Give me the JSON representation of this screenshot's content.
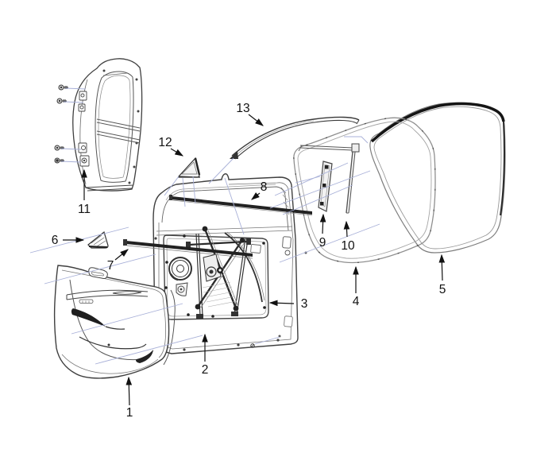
{
  "figure": {
    "title": "front-door exploded parts diagram",
    "background": "#ffffff",
    "colors": {
      "primary_line": "#3f3f3f",
      "secondary_line": "#8f8f8f",
      "dark_part": "#1c1c1c",
      "projection_line": "#a8b0d8",
      "label": "#111111"
    },
    "callouts": [
      {
        "number": "1"
      },
      {
        "number": "2"
      },
      {
        "number": "3"
      },
      {
        "number": "4"
      },
      {
        "number": "5"
      },
      {
        "number": "6"
      },
      {
        "number": "7"
      },
      {
        "number": "8"
      },
      {
        "number": "9"
      },
      {
        "number": "10"
      },
      {
        "number": "11"
      },
      {
        "number": "12"
      },
      {
        "number": "13"
      }
    ]
  }
}
